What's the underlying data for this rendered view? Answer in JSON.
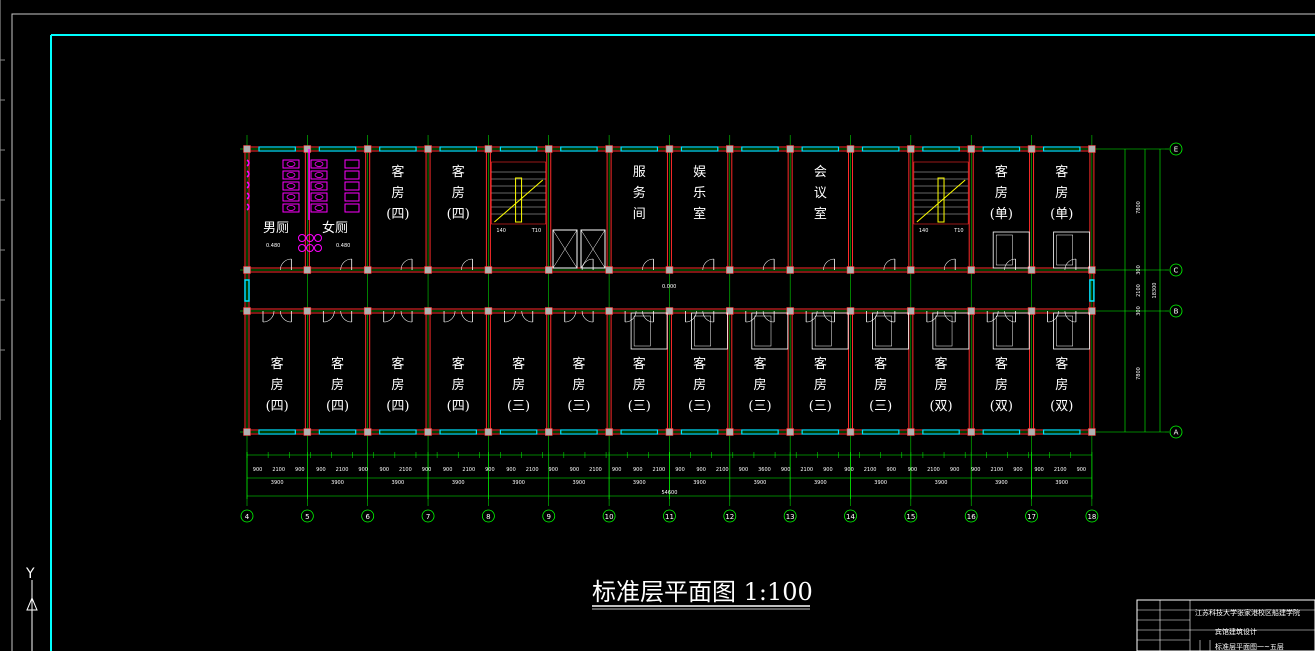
{
  "drawing": {
    "title": "标准层平面图  1:100",
    "ucs_y_label": "Y"
  },
  "rooms_top": [
    {
      "lines": [
        "客",
        "房",
        "(四)"
      ]
    },
    {
      "lines": [
        "客",
        "房",
        "(四)"
      ]
    },
    {
      "lines": [
        "服",
        "务",
        "间"
      ]
    },
    {
      "lines": [
        "娱",
        "乐",
        "室"
      ]
    },
    {
      "lines": [
        "会",
        "议",
        "室"
      ]
    },
    {
      "lines": [
        "客",
        "房",
        "(单)"
      ]
    },
    {
      "lines": [
        "客",
        "房",
        "(单)"
      ]
    }
  ],
  "toilets": {
    "male": "男厕",
    "female": "女厕",
    "male_elev": "0.480",
    "female_elev": "0.480"
  },
  "rooms_bottom": [
    {
      "lines": [
        "客",
        "房",
        "(四)"
      ]
    },
    {
      "lines": [
        "客",
        "房",
        "(四)"
      ]
    },
    {
      "lines": [
        "客",
        "房",
        "(四)"
      ]
    },
    {
      "lines": [
        "客",
        "房",
        "(四)"
      ]
    },
    {
      "lines": [
        "客",
        "房",
        "(三)"
      ]
    },
    {
      "lines": [
        "客",
        "房",
        "(三)"
      ]
    },
    {
      "lines": [
        "客",
        "房",
        "(三)"
      ]
    },
    {
      "lines": [
        "客",
        "房",
        "(三)"
      ]
    },
    {
      "lines": [
        "客",
        "房",
        "(三)"
      ]
    },
    {
      "lines": [
        "客",
        "房",
        "(三)"
      ]
    },
    {
      "lines": [
        "客",
        "房",
        "(三)"
      ]
    },
    {
      "lines": [
        "客",
        "房",
        "(双)"
      ]
    },
    {
      "lines": [
        "客",
        "房",
        "(双)"
      ]
    },
    {
      "lines": [
        "客",
        "房",
        "(双)"
      ]
    }
  ],
  "grid_axes_x": [
    "4",
    "5",
    "6",
    "7",
    "8",
    "9",
    "10",
    "11",
    "12",
    "13",
    "14",
    "15",
    "16",
    "17",
    "18"
  ],
  "grid_axes_y": [
    "E",
    "C",
    "B",
    "A"
  ],
  "dimensions": {
    "row1": [
      "900",
      "2100",
      "900",
      "900",
      "2100",
      "900",
      "900",
      "2100",
      "900",
      "900",
      "2100",
      "900",
      "900",
      "2100",
      "900",
      "900",
      "2100",
      "900",
      "900",
      "2100",
      "900",
      "900",
      "2100",
      "900",
      "3600",
      "900",
      "2100",
      "900",
      "900",
      "2100",
      "900",
      "900",
      "2100",
      "900",
      "900",
      "2100",
      "900",
      "900",
      "2100",
      "900"
    ],
    "row2": [
      "3900",
      "3900",
      "3900",
      "3900",
      "3900",
      "3900",
      "3900",
      "3900",
      "3900",
      "3900",
      "3900",
      "3900",
      "3900",
      "3900"
    ],
    "total": "54600",
    "right_side": [
      "7800",
      "300",
      "2100",
      "300",
      "7800"
    ],
    "right_total": "18300"
  },
  "stair_labels": [
    "140",
    "T10"
  ],
  "elevation_mark": "0.000",
  "title_block": {
    "school": "江苏科技大学张家港校区船建学院",
    "project": "宾馆建筑设计",
    "sheet": "标准层平面图一~五层"
  },
  "colors": {
    "frame": "#00ffff",
    "axis": "#00ff00",
    "wall": "#ff2a2a",
    "window": "#00e5ff",
    "fixture": "#ff00ff",
    "stair": "#ffff00",
    "door": "#ffffff"
  }
}
